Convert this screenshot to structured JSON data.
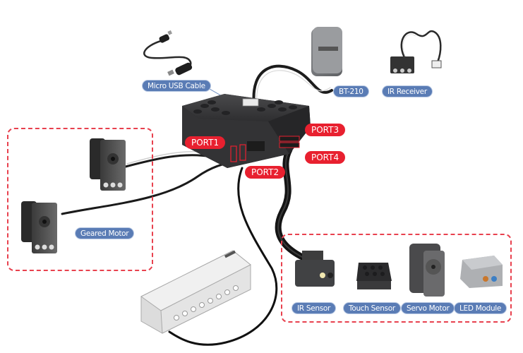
{
  "diagram": {
    "title": "Controller connection diagram",
    "colors": {
      "blue_label": "#5a7cb5",
      "port_label": "#e8202f",
      "group_border": "#e8414e",
      "controller_body": "#3a3a3c",
      "cable": "#1a1a1a"
    },
    "center": {
      "name": "Controller",
      "ports": [
        {
          "id": "port1",
          "label": "PORT1"
        },
        {
          "id": "port2",
          "label": "PORT2"
        },
        {
          "id": "port3",
          "label": "PORT3"
        },
        {
          "id": "port4",
          "label": "PORT4"
        }
      ]
    },
    "accessories": [
      {
        "id": "micro-usb-cable",
        "label": "Micro USB Cable",
        "icon": "usb-cable-icon"
      },
      {
        "id": "bt-210",
        "label": "BT-210",
        "icon": "bluetooth-module-icon"
      },
      {
        "id": "ir-receiver",
        "label": "IR Receiver",
        "icon": "ir-receiver-icon"
      }
    ],
    "motor_group": {
      "label": "Geared Motor",
      "count": 2
    },
    "sensor_group": {
      "items": [
        {
          "id": "ir-sensor",
          "label": "IR Sensor"
        },
        {
          "id": "touch-sensor",
          "label": "Touch Sensor"
        },
        {
          "id": "servo-motor",
          "label": "Servo Motor"
        },
        {
          "id": "led-module",
          "label": "LED Module"
        }
      ]
    },
    "battery": {
      "name": "Battery pack",
      "icon": "battery-pack-icon"
    }
  }
}
